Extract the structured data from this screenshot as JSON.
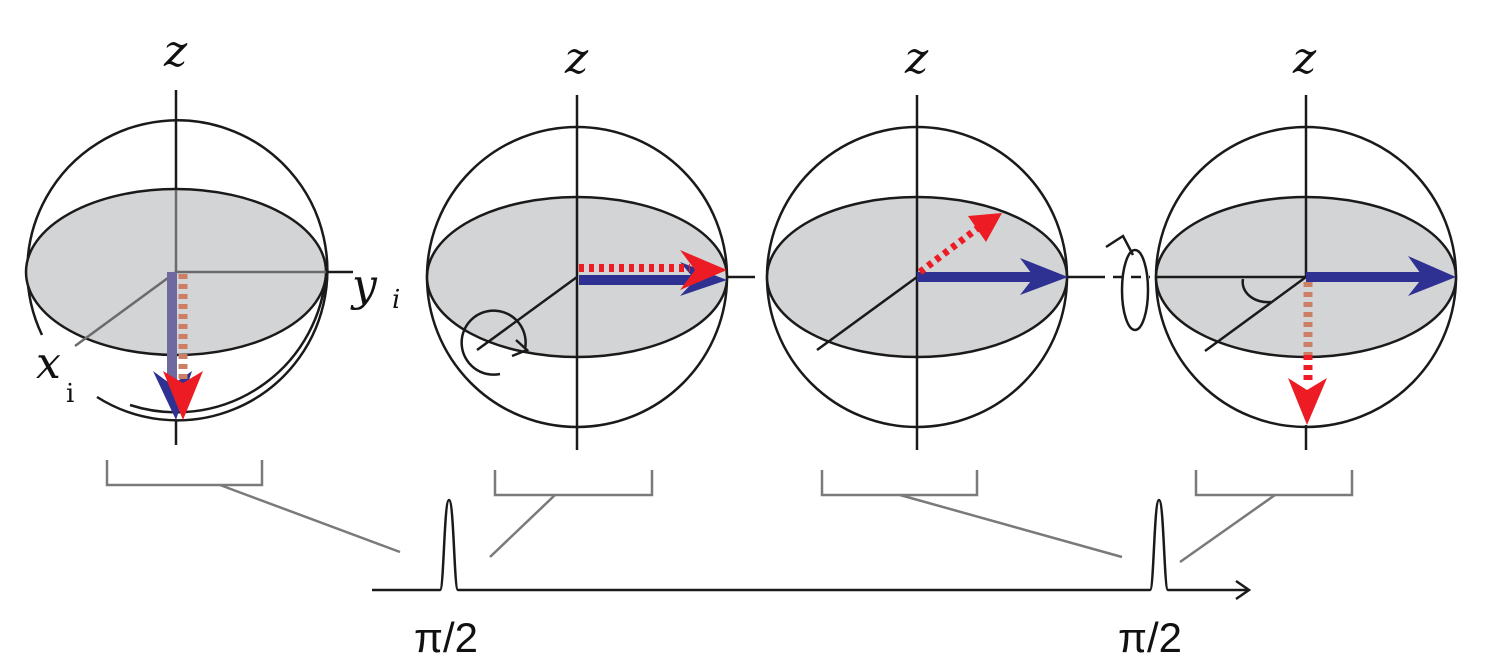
{
  "axis_labels": {
    "z": "z",
    "x": "x",
    "x_sub": "i",
    "y": "y",
    "y_sub": "i"
  },
  "pulses": [
    {
      "label": "π/2"
    },
    {
      "label": "π/2"
    }
  ],
  "colors": {
    "bloch_vector": "#2e3192",
    "spin_vector": "#ed1c24",
    "equator_fill": "#d3d4d6"
  }
}
